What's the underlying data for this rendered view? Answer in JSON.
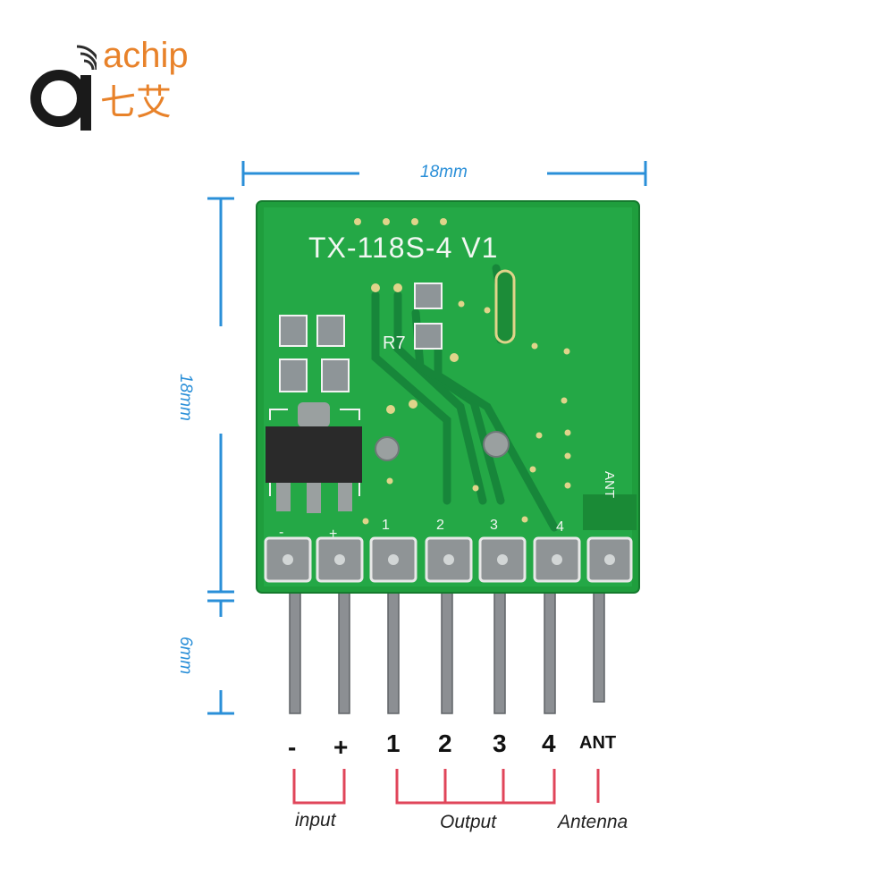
{
  "logo": {
    "brand": "achip",
    "brand_cn": "七艾",
    "colors": {
      "q_mark": "#1a1a1a",
      "text": "#e8822a",
      "waves": "#2d2d2d"
    }
  },
  "dimensions": {
    "width": "18mm",
    "height": "18mm",
    "pin_length": "6mm",
    "color": "#2a8fd8"
  },
  "board": {
    "silkscreen_title": "TX-118S-4 V1",
    "resistor_label": "R7",
    "antenna_silk": "ANT",
    "pin_silk": [
      "-",
      "+",
      "1",
      "2",
      "3",
      "4"
    ],
    "pcb_color": "#1f9e3d"
  },
  "pin_labels": {
    "minus": "-",
    "plus": "+",
    "out1": "1",
    "out2": "2",
    "out3": "3",
    "out4": "4",
    "ant": "ANT"
  },
  "groups": {
    "input": "input",
    "output": "Output",
    "antenna": "Antenna",
    "bracket_color": "#e0455a"
  }
}
